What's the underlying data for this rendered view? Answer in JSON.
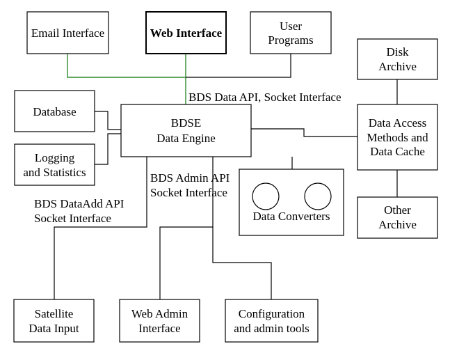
{
  "nodes": {
    "email": "Email Interface",
    "web": "Web Interface",
    "user_programs": [
      "User",
      "Programs"
    ],
    "disk_archive": [
      "Disk",
      "Archive"
    ],
    "database": "Database",
    "logging": [
      "Logging",
      "and Statistics"
    ],
    "engine": [
      "BDSE",
      "Data Engine"
    ],
    "data_access": [
      "Data Access",
      "Methods and",
      "Data Cache"
    ],
    "data_converters": "Data Converters",
    "other_archive": [
      "Other",
      "Archive"
    ],
    "satellite": [
      "Satellite",
      "Data Input"
    ],
    "web_admin": [
      "Web Admin",
      "Interface"
    ],
    "config_tools": [
      "Configuration",
      "and admin tools"
    ]
  },
  "labels": {
    "data_api": "BDS Data API, Socket Interface",
    "admin_api": [
      "BDS Admin API",
      "Socket Interface"
    ],
    "dataadd_api": [
      "BDS DataAdd API",
      "Socket Interface"
    ]
  },
  "colors": {
    "stroke": "#000000",
    "client_links": "#2e8b2e",
    "background": "#ffffff"
  }
}
